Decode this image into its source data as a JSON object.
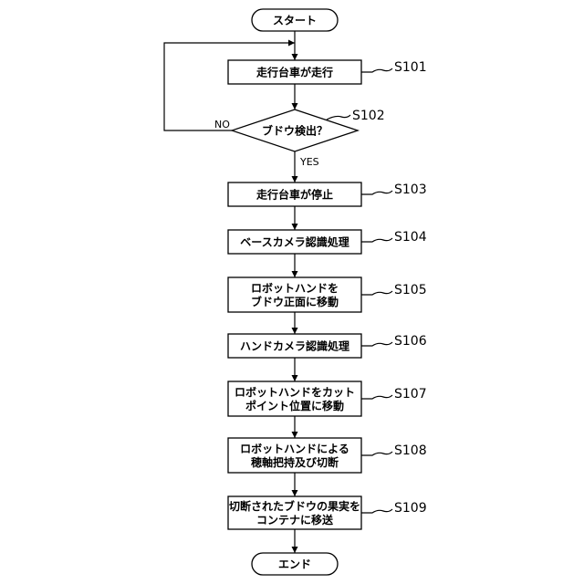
{
  "start": "スタート",
  "end": "エンド",
  "decision": {
    "text": "ブドウ検出？",
    "label": "S102",
    "no": "NO",
    "yes": "YES"
  },
  "steps": [
    {
      "label": "S101",
      "lines": [
        "走行台車が走行"
      ]
    },
    {
      "label": "S103",
      "lines": [
        "走行台車が停止"
      ]
    },
    {
      "label": "S104",
      "lines": [
        "ベースカメラ認識処理"
      ]
    },
    {
      "label": "S105",
      "lines": [
        "ロボットハンドを",
        "ブドウ正面に移動"
      ]
    },
    {
      "label": "S106",
      "lines": [
        "ハンドカメラ認識処理"
      ]
    },
    {
      "label": "S107",
      "lines": [
        "ロボットハンドをカット",
        "ポイント位置に移動"
      ]
    },
    {
      "label": "S108",
      "lines": [
        "ロボットハンドによる",
        "穂軸把持及び切断"
      ]
    },
    {
      "label": "S109",
      "lines": [
        "切断されたブドウの果実を",
        "コンテナに移送"
      ]
    }
  ]
}
